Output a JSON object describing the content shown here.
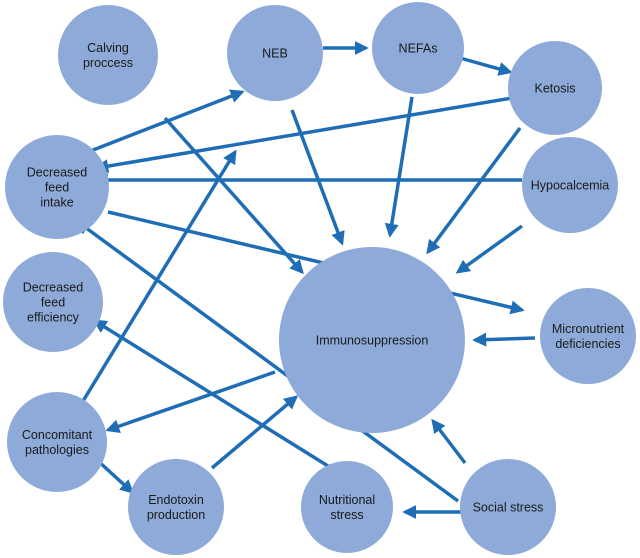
{
  "diagram": {
    "colors": {
      "node_fill": "#8eaad8",
      "arrow": "#1f6db5"
    },
    "nodes": [
      {
        "id": "calving",
        "lines": [
          "Calving",
          "proccess"
        ]
      },
      {
        "id": "neb",
        "lines": [
          "NEB"
        ]
      },
      {
        "id": "nefas",
        "lines": [
          "NEFAs"
        ]
      },
      {
        "id": "ketosis",
        "lines": [
          "Ketosis"
        ]
      },
      {
        "id": "decreased-feed-intake",
        "lines": [
          "Decreased",
          "feed",
          "intake"
        ]
      },
      {
        "id": "hypocalcemia",
        "lines": [
          "Hypocalcemia"
        ]
      },
      {
        "id": "decreased-feed-efficiency",
        "lines": [
          "Decreased",
          "feed",
          "efficiency"
        ]
      },
      {
        "id": "immunosuppression",
        "lines": [
          "Immunosuppression"
        ]
      },
      {
        "id": "micronutrient-deficiencies",
        "lines": [
          "Micronutrient",
          "deficiencies"
        ]
      },
      {
        "id": "concomitant-pathologies",
        "lines": [
          "Concomitant",
          "pathologies"
        ]
      },
      {
        "id": "endotoxin-production",
        "lines": [
          "Endotoxin",
          "production"
        ]
      },
      {
        "id": "nutritional-stress",
        "lines": [
          "Nutritional",
          "stress"
        ]
      },
      {
        "id": "social-stress",
        "lines": [
          "Social stress"
        ]
      }
    ],
    "edges": [
      {
        "from": "neb",
        "to": "nefas"
      },
      {
        "from": "nefas",
        "to": "ketosis"
      },
      {
        "from": "ketosis",
        "to": "decreased-feed-intake"
      },
      {
        "from": "hypocalcemia",
        "to": "decreased-feed-intake"
      },
      {
        "from": "decreased-feed-intake",
        "to": "neb"
      },
      {
        "from": "neb",
        "to": "immunosuppression"
      },
      {
        "from": "nefas",
        "to": "immunosuppression"
      },
      {
        "from": "ketosis",
        "to": "immunosuppression"
      },
      {
        "from": "hypocalcemia",
        "to": "immunosuppression"
      },
      {
        "from": "micronutrient-deficiencies",
        "to": "immunosuppression"
      },
      {
        "from": "decreased-feed-intake",
        "to": "micronutrient-deficiencies"
      },
      {
        "from": "decreased-feed-intake",
        "to": "immunosuppression"
      },
      {
        "from": "concomitant-pathologies",
        "to": "decreased-feed-intake"
      },
      {
        "from": "concomitant-pathologies",
        "to": "endotoxin-production"
      },
      {
        "from": "endotoxin-production",
        "to": "immunosuppression"
      },
      {
        "from": "immunosuppression",
        "to": "concomitant-pathologies"
      },
      {
        "from": "nutritional-stress",
        "to": "decreased-feed-efficiency"
      },
      {
        "from": "social-stress",
        "to": "decreased-feed-intake"
      },
      {
        "from": "social-stress",
        "to": "nutritional-stress"
      },
      {
        "from": "social-stress",
        "to": "immunosuppression"
      }
    ]
  }
}
